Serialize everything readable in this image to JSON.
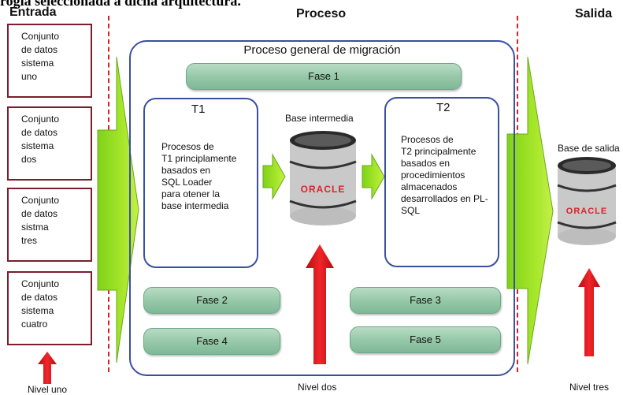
{
  "cutoff_caption": "rogía seleccionada a dicha arquitectura.",
  "columns": {
    "entrada": "Entrada",
    "proceso": "Proceso",
    "salida": "Salida"
  },
  "sources": [
    [
      "Conjunto",
      "de datos",
      "sistema",
      "uno"
    ],
    [
      "Conjunto",
      "de datos",
      "sistema",
      "dos"
    ],
    [
      "Conjunto",
      "de datos",
      "sistma",
      "tres"
    ],
    [
      "Conjunto",
      "de datos",
      "sistema",
      "cuatro"
    ]
  ],
  "main_title": "Proceso general de migración",
  "fases": {
    "f1": "Fase 1",
    "f2": "Fase 2",
    "f3": "Fase 3",
    "f4": "Fase 4",
    "f5": "Fase 5"
  },
  "t1": {
    "title": "T1",
    "lines": [
      "Procesos de",
      "T1 principlamente",
      "basados en",
      "SQL Loader",
      "para otener la",
      "base intermedia"
    ]
  },
  "t2": {
    "title": "T2",
    "lines": [
      "Procesos de",
      "T2 principalmente",
      "basados en",
      "procedimientos",
      "almacenados",
      "desarrollados en PL-",
      "SQL"
    ]
  },
  "db_mid": {
    "label": "Base intermedia",
    "brand": "ORACLE"
  },
  "db_out": {
    "label": "Base de salida",
    "brand": "ORACLE"
  },
  "levels": {
    "uno": "Nivel uno",
    "dos": "Nivel dos",
    "tres": "Nivel tres"
  },
  "colors": {
    "arrow_green": "#9be21e",
    "arrow_red": "#e8141a",
    "frame_blue": "#3b4fa0",
    "source_border": "#7b1e2c",
    "fase_green": "#94c7a6",
    "oracle_red": "#d9232d"
  }
}
